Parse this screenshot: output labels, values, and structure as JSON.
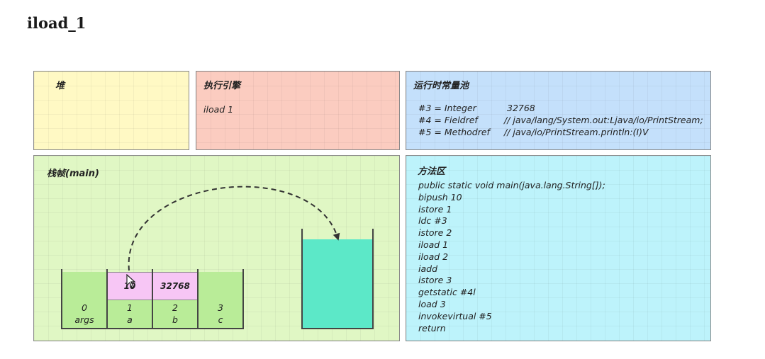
{
  "title": "iload_1",
  "heap": {
    "title": "堆"
  },
  "engine": {
    "title": "执行引擎",
    "current": "iload 1"
  },
  "pool": {
    "title": "运行时常量池",
    "rows": [
      {
        "ref": "#3 = Integer",
        "value": "32768"
      },
      {
        "ref": "#4 = Fieldref",
        "value": "// java/lang/System.out:Ljava/io/PrintStream;"
      },
      {
        "ref": "#5 = Methodref",
        "value": "// java/io/PrintStream.println:(I)V"
      }
    ]
  },
  "frame": {
    "title": "栈帧(main)",
    "locals": [
      {
        "index": "0",
        "name": "args",
        "value": ""
      },
      {
        "index": "1",
        "name": "a",
        "value": "10"
      },
      {
        "index": "2",
        "name": "b",
        "value": "32768"
      },
      {
        "index": "3",
        "name": "c",
        "value": ""
      }
    ]
  },
  "method": {
    "title": "方法区",
    "lines": [
      "public static void main(java.lang.String[]);",
      "bipush 10",
      "istore 1",
      "ldc #3",
      "istore 2",
      "iload 1",
      "iload 2",
      "iadd",
      "istore 3",
      "getstatic #4l",
      "load 3",
      "invokevirtual #5",
      "return"
    ]
  },
  "colors": {
    "heap": "#fff9c4",
    "engine": "#fbccc0",
    "pool": "#c4e0fb",
    "frame": "#e0f7c4",
    "method": "#bdf3fb",
    "local_cell": "#b9ec98",
    "local_value": "#f7c6f5",
    "operand_stack": "#5ce8c8"
  }
}
